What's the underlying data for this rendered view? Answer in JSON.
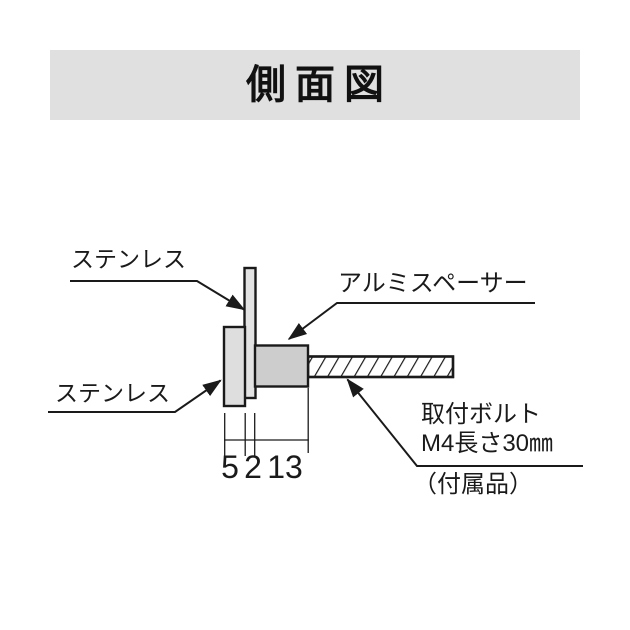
{
  "header": {
    "title": "側面図"
  },
  "diagram": {
    "labels": {
      "stainless_top": "ステンレス",
      "stainless_bottom": "ステンレス",
      "aluminum_spacer": "アルミスペーサー",
      "mounting_bolt_line1": "取付ボルト",
      "mounting_bolt_line2": "M4長さ30㎜",
      "mounting_bolt_note": "（付属品）"
    },
    "dimensions": {
      "thick_plate": "5",
      "thin_plate": "2",
      "spacer": "13"
    },
    "parts": {
      "thin_plate": "stainless plate (2)",
      "thick_plate": "stainless plate (5)",
      "spacer": "aluminum spacer (13)",
      "bolt_shaft": "mounting bolt M4 length 30mm"
    }
  },
  "colors": {
    "header_bg": "#e0e0e0",
    "outline": "#1a1a1a",
    "thin_plate_fill": "#e3e3e3",
    "thick_plate_fill": "#dedede",
    "spacer_fill": "#cdcdcd"
  }
}
